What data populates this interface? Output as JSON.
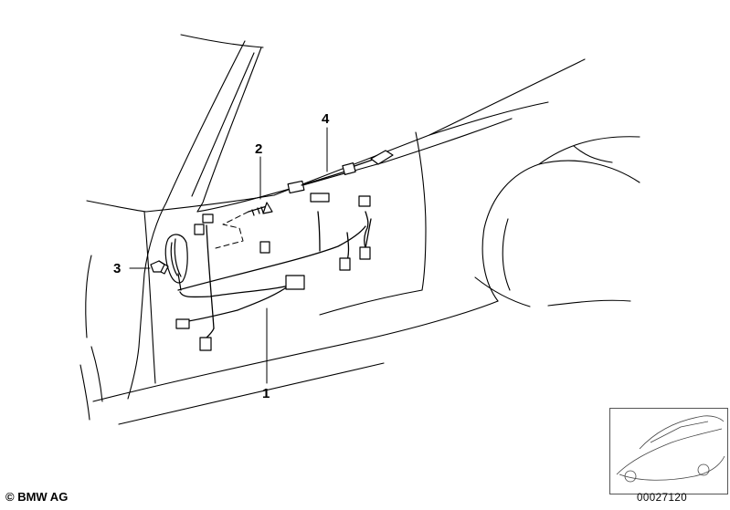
{
  "callouts": [
    {
      "number": "1"
    },
    {
      "number": "2"
    },
    {
      "number": "3"
    },
    {
      "number": "4"
    }
  ],
  "footer": {
    "copyright": "© BMW AG",
    "diagram_number": "00027120"
  },
  "thumbnail": {
    "icon": "car-overview-icon"
  }
}
